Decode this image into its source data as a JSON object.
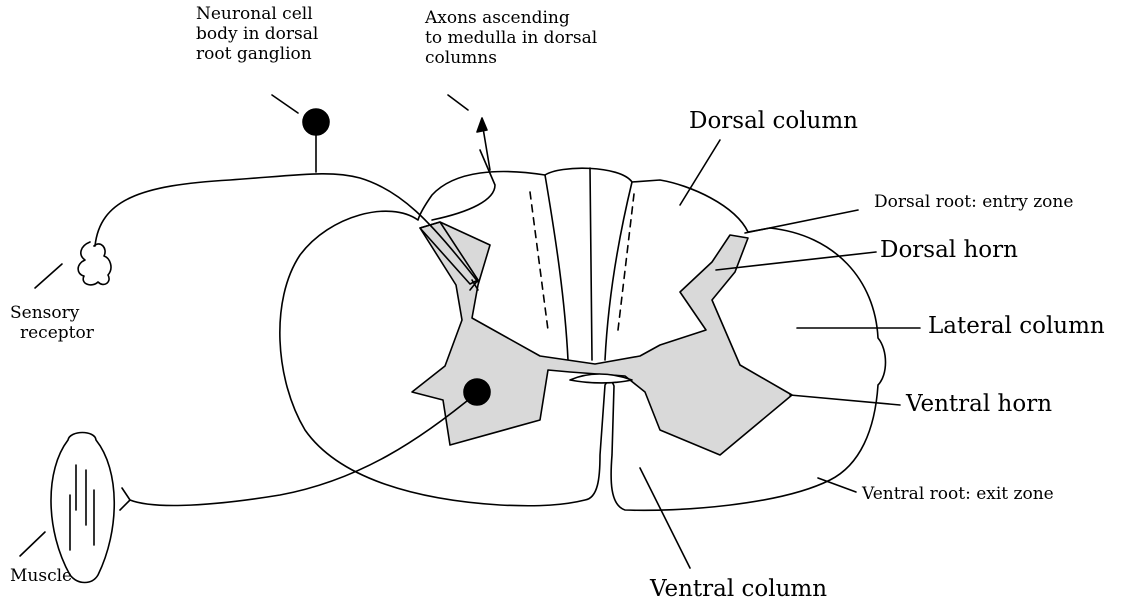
{
  "colors": {
    "ink": "#000000",
    "grey_matter_fill": "#d9d9d9",
    "background": "#ffffff"
  },
  "labels": {
    "neuronal_cell_body": [
      "Neuronal cell",
      "body in dorsal",
      "root ganglion"
    ],
    "axons_ascending": [
      "Axons ascending",
      "to medulla in dorsal",
      "columns"
    ],
    "dorsal_column": "Dorsal column",
    "dorsal_root_entry_zone": "Dorsal root: entry zone",
    "dorsal_horn": "Dorsal horn",
    "lateral_column": "Lateral column",
    "ventral_horn": "Ventral horn",
    "ventral_root_exit_zone": "Ventral root: exit zone",
    "ventral_column": "Ventral column",
    "sensory_receptor": [
      "Sensory",
      "receptor"
    ],
    "muscle": "Muscle"
  }
}
